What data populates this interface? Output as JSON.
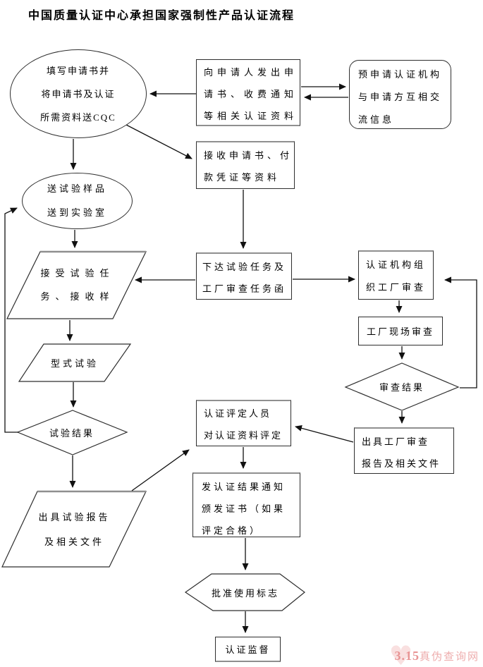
{
  "title": "中国质量认证中心承担国家强制性产品认证流程",
  "colors": {
    "line": "#111111",
    "shape_border": "#2e2e2e",
    "gray_edge": "#8f8f8f",
    "watermark_pink": "#e89494"
  },
  "nodes": [
    {
      "id": "fill-application",
      "shape": "ellipse",
      "label": "填写申请书并\n将申请书及认证\n所需资料送CQC"
    },
    {
      "id": "send-materials",
      "shape": "rect",
      "label": "向申请人发出申\n请书、收费通知\n等相关认证资料"
    },
    {
      "id": "pre-application",
      "shape": "rounded-rect",
      "label": "预申请认证机构\n与申请方互相交\n流信息"
    },
    {
      "id": "receive-application",
      "shape": "rect",
      "label": "接收申请书、付\n款凭证等资料"
    },
    {
      "id": "send-samples",
      "shape": "ellipse",
      "label": "送试验样品\n送到实验室"
    },
    {
      "id": "accept-test-task",
      "shape": "parallelogram",
      "label": "接受试验任\n务、接收样"
    },
    {
      "id": "issue-test-task",
      "shape": "rect",
      "label": "下达试验任务及\n工厂审查任务函"
    },
    {
      "id": "org-factory-audit",
      "shape": "rect",
      "label": "认证机构组\n织工厂审查"
    },
    {
      "id": "onsite-audit",
      "shape": "rect",
      "label": "工厂现场审查"
    },
    {
      "id": "audit-result",
      "shape": "diamond",
      "label": "审查结果"
    },
    {
      "id": "factory-audit-report",
      "shape": "rect",
      "label": "出具工厂审查\n报告及相关文件"
    },
    {
      "id": "type-test",
      "shape": "parallelogram",
      "label": "型式试验"
    },
    {
      "id": "test-result",
      "shape": "diamond",
      "label": "试验结果"
    },
    {
      "id": "test-report",
      "shape": "parallelogram",
      "label": "出具试验报告\n及相关文件"
    },
    {
      "id": "evaluation",
      "shape": "rect",
      "label": "认证评定人员\n对认证资料评定"
    },
    {
      "id": "result-notice",
      "shape": "rect",
      "label": "发认证结果通知\n颁发证书（如果\n评定合格）"
    },
    {
      "id": "approve-mark",
      "shape": "hexagon",
      "label": "批准使用标志"
    },
    {
      "id": "supervision",
      "shape": "rect",
      "label": "认证监督"
    }
  ],
  "edges": [
    {
      "from": "send-materials",
      "to": "fill-application"
    },
    {
      "from": "send-materials",
      "to": "pre-application"
    },
    {
      "from": "pre-application",
      "to": "send-materials"
    },
    {
      "from": "fill-application",
      "to": "receive-application"
    },
    {
      "from": "fill-application",
      "to": "send-samples"
    },
    {
      "from": "receive-application",
      "to": "issue-test-task"
    },
    {
      "from": "send-samples",
      "to": "accept-test-task"
    },
    {
      "from": "issue-test-task",
      "to": "accept-test-task"
    },
    {
      "from": "issue-test-task",
      "to": "org-factory-audit"
    },
    {
      "from": "org-factory-audit",
      "to": "onsite-audit"
    },
    {
      "from": "onsite-audit",
      "to": "audit-result"
    },
    {
      "from": "audit-result",
      "to": "factory-audit-report"
    },
    {
      "from": "audit-result",
      "to": "org-factory-audit"
    },
    {
      "from": "factory-audit-report",
      "to": "evaluation"
    },
    {
      "from": "accept-test-task",
      "to": "type-test"
    },
    {
      "from": "type-test",
      "to": "test-result"
    },
    {
      "from": "test-result",
      "to": "test-report"
    },
    {
      "from": "test-result",
      "to": "send-samples"
    },
    {
      "from": "test-report",
      "to": "evaluation"
    },
    {
      "from": "evaluation",
      "to": "result-notice"
    },
    {
      "from": "result-notice",
      "to": "approve-mark"
    },
    {
      "from": "approve-mark",
      "to": "supervision"
    }
  ],
  "watermark": {
    "logo": "3.15",
    "text": "真伪查询网"
  }
}
